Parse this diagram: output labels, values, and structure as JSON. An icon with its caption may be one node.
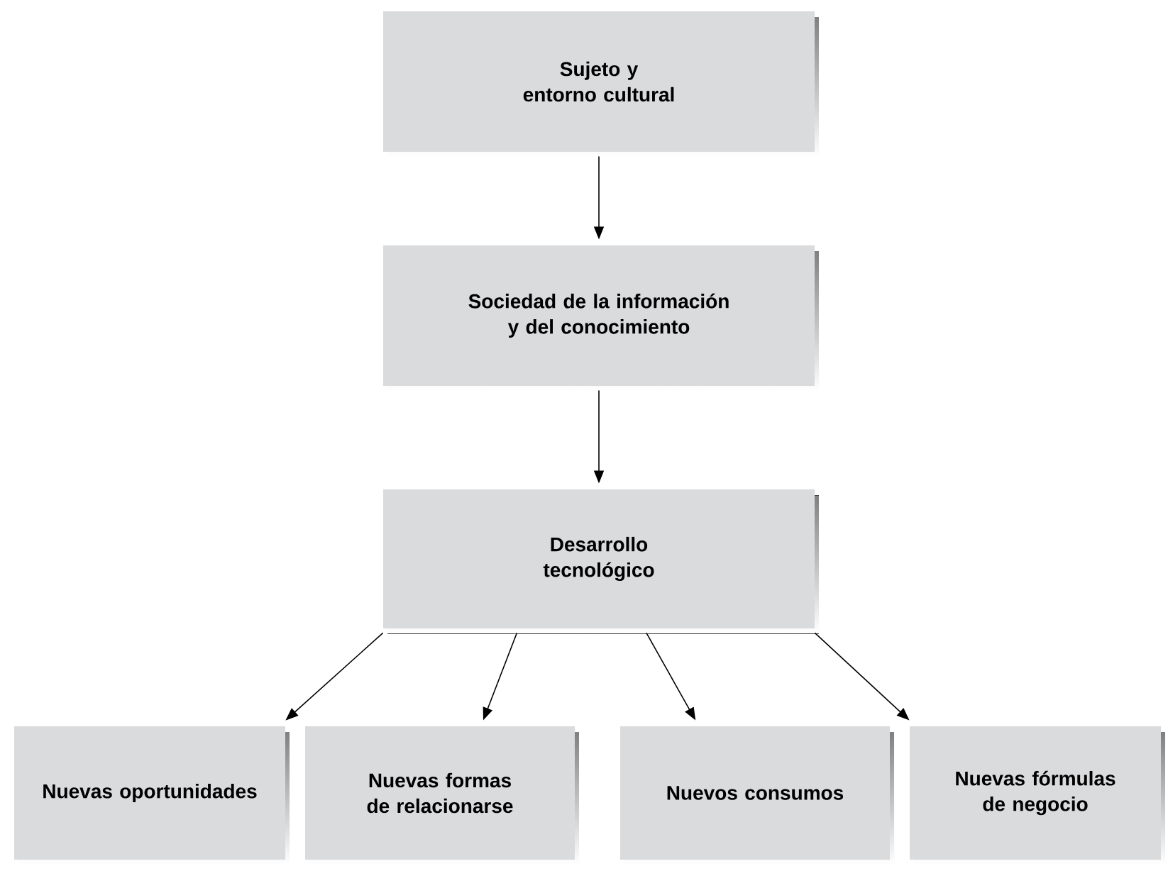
{
  "diagram": {
    "nodes": [
      {
        "text": [
          "Sujeto y entorno cultural"
        ]
      },
      {
        "text": [
          "Sociedad de la información y del conocimiento"
        ]
      },
      {
        "text": [
          "Desarrollo tecnológico"
        ]
      },
      {
        "text": [
          "Nuevas oportunidades"
        ]
      },
      {
        "text": [
          "Nuevas formas de relacionarse"
        ]
      },
      {
        "text": [
          "Nuevos consumos"
        ]
      },
      {
        "text": [
          "Nuevas fórmulas de negocio"
        ]
      }
    ],
    "edges": [
      {
        "from": 0,
        "to": 1,
        "arrow": "to"
      },
      {
        "from": 1,
        "to": 2,
        "arrow": "to"
      },
      {
        "from": 2,
        "to": 3,
        "arrow": "to"
      },
      {
        "from": 2,
        "to": 4,
        "arrow": "to"
      },
      {
        "from": 2,
        "to": 5,
        "arrow": "to"
      },
      {
        "from": 2,
        "to": 6,
        "arrow": "to"
      }
    ]
  }
}
